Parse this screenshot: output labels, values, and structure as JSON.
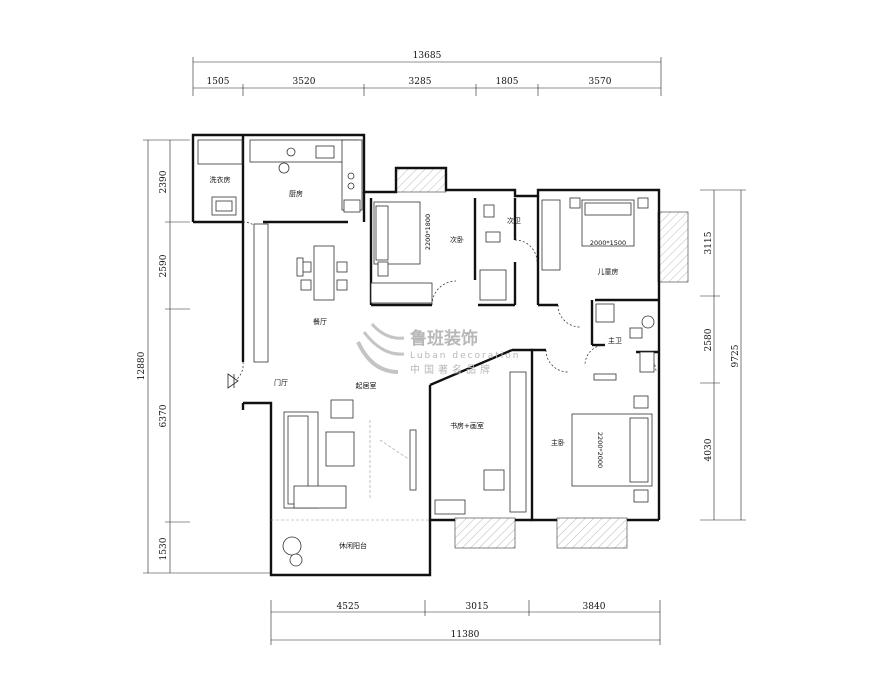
{
  "dimensions": {
    "top_total": "13685",
    "top_segments": [
      "1505",
      "3520",
      "3285",
      "1805",
      "3570"
    ],
    "bottom_total": "11380",
    "bottom_segments": [
      "4525",
      "3015",
      "3840"
    ],
    "left_total": "12880",
    "left_segments": [
      "2390",
      "2590",
      "6370",
      "1530"
    ],
    "right_total": "9725",
    "right_segments": [
      "3115",
      "2580",
      "4030"
    ]
  },
  "rooms": {
    "laundry": "洗衣房",
    "kitchen": "厨房",
    "second_bedroom": "次卧",
    "second_bath": "次卫",
    "children_room": "儿童房",
    "dining": "餐厅",
    "entrance": "门厅",
    "living": "起居室",
    "study": "书房+画室",
    "master_bath": "主卫",
    "master_bedroom": "主卧",
    "balcony": "休闲阳台"
  },
  "beds": {
    "second_bed": "2200*1800",
    "children_bed": "2000*1500",
    "master_bed": "2200*2000"
  },
  "watermark": {
    "brand": "鲁班装饰",
    "english": "Luban decoration",
    "slogan": "中国著名品牌"
  },
  "colors": {
    "wall": "#111111",
    "watermark": "#b8b8b8",
    "window_hatch": "#777777"
  }
}
